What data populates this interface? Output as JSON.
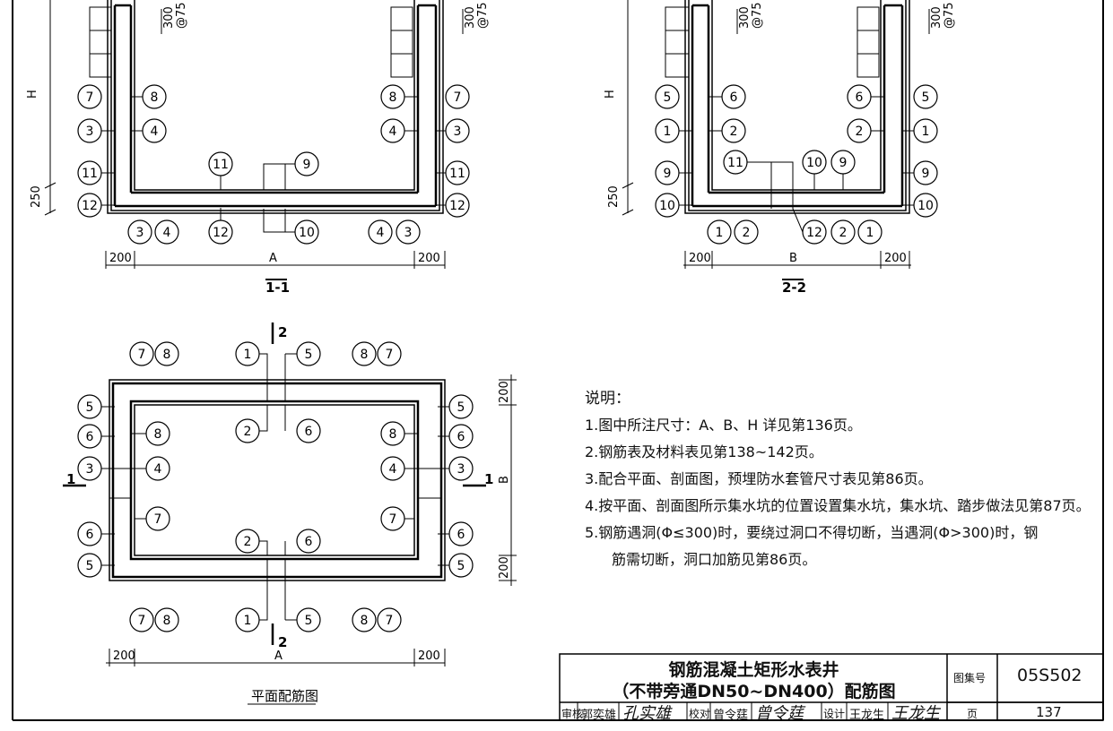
{
  "section_1_1": {
    "title": "1-1",
    "dims": {
      "H": "H",
      "h250": "250",
      "d300": "300",
      "spacing": "@75",
      "left": "200",
      "span": "A",
      "right": "200"
    },
    "markers_left_wall": [
      "7",
      "3",
      "11",
      "12"
    ],
    "markers_left_inner": [
      "8",
      "4"
    ],
    "markers_right_inner": [
      "8",
      "4"
    ],
    "markers_right_wall": [
      "7",
      "3",
      "11",
      "12"
    ],
    "markers_slab_top": [
      "11",
      "9"
    ],
    "markers_bottom": [
      "3",
      "4",
      "12",
      "10",
      "4",
      "3"
    ]
  },
  "section_2_2": {
    "title": "2-2",
    "dims": {
      "H": "H",
      "h250": "250",
      "d300": "300",
      "spacing": "@75",
      "left": "200",
      "span": "B",
      "right": "200"
    },
    "markers_left_wall": [
      "5",
      "1",
      "9",
      "10"
    ],
    "markers_left_inner": [
      "6",
      "2"
    ],
    "markers_right_inner": [
      "6",
      "2"
    ],
    "markers_right_wall": [
      "5",
      "1",
      "9",
      "10"
    ],
    "markers_slab_top": [
      "11",
      "10",
      "9"
    ],
    "markers_bottom": [
      "1",
      "2",
      "12",
      "2",
      "1"
    ]
  },
  "plan": {
    "title": "平面配筋图",
    "cut_1": "1",
    "cut_2": "2",
    "dims": {
      "left": "200",
      "span": "A",
      "right": "200",
      "top": "200",
      "side": "B",
      "bottom": "200"
    },
    "top_markers": [
      "7",
      "8",
      "1",
      "5",
      "8",
      "7"
    ],
    "bottom_markers": [
      "7",
      "8",
      "1",
      "5",
      "8",
      "7"
    ],
    "left_markers": [
      "5",
      "6",
      "3",
      "6",
      "5"
    ],
    "right_markers": [
      "5",
      "6",
      "3",
      "6",
      "5"
    ],
    "inner_left": [
      "8",
      "4",
      "7"
    ],
    "inner_right": [
      "8",
      "4",
      "7"
    ],
    "center_top": [
      "2",
      "6"
    ],
    "center_bottom": [
      "2",
      "6"
    ]
  },
  "notes": {
    "title": "说明：",
    "items": [
      "1.图中所注尺寸：A、B、H 详见第136页。",
      "2.钢筋表及材料表见第138~142页。",
      "3.配合平面、剖面图，预埋防水套管尺寸表见第86页。",
      "4.按平面、剖面图所示集水坑的位置设置集水坑，集水坑、踏步做法见第87页。",
      "5.钢筋遇洞(Φ≤300)时，要绕过洞口不得切断，当遇洞(Φ>300)时，钢"
    ],
    "item5_cont": "筋需切断，洞口加筋见第86页。"
  },
  "title_block": {
    "title_line1": "钢筋混凝土矩形水表井",
    "title_line2": "（不带旁通DN50~DN400）配筋图",
    "atlas_label": "图集号",
    "atlas_no": "05S502",
    "page_label": "页",
    "page_no": "137",
    "review_label": "审核",
    "reviewer": "郭奕雄",
    "check_label": "校对",
    "checker": "曾令莛",
    "design_label": "设计",
    "designer": "王龙生"
  }
}
